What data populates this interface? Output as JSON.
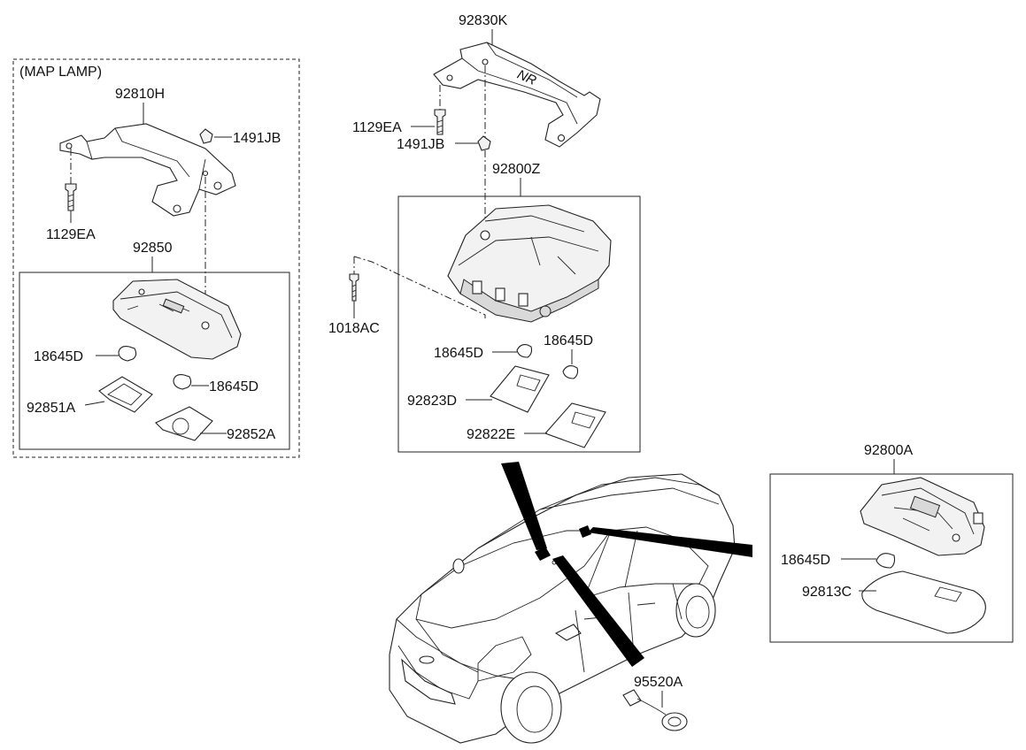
{
  "group_label": "(MAP LAMP)",
  "labels": {
    "p92830K": "92830K",
    "p1129EA_top": "1129EA",
    "p1491JB_top": "1491JB",
    "p92800Z": "92800Z",
    "p1018AC": "1018AC",
    "p18645D_mid_left": "18645D",
    "p18645D_mid_right": "18645D",
    "p92823D": "92823D",
    "p92822E": "92822E",
    "p92810H": "92810H",
    "p1491JB_left": "1491JB",
    "p1129EA_left": "1129EA",
    "p92850": "92850",
    "p18645D_left_a": "18645D",
    "p18645D_left_b": "18645D",
    "p92851A": "92851A",
    "p92852A": "92852A",
    "p92800A": "92800A",
    "p18645D_right": "18645D",
    "p92813C": "92813C",
    "p95520A": "95520A",
    "bracket_mark": "NR"
  }
}
